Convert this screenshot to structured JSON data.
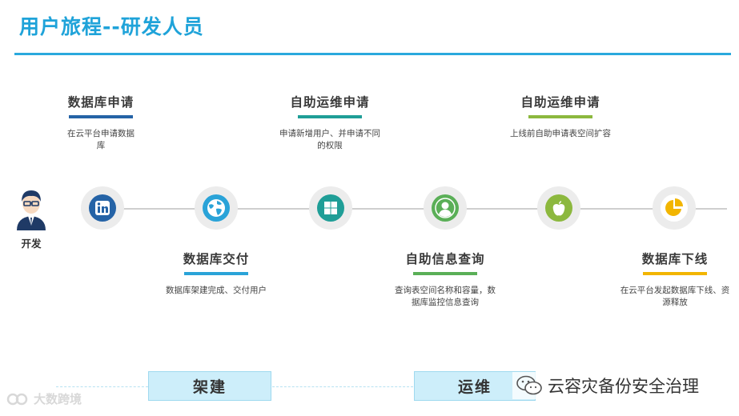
{
  "title": "用户旅程--研发人员",
  "actor": {
    "label": "开发"
  },
  "steps": [
    {
      "title": "数据库申请",
      "desc": "在云平台申请数据库",
      "bar_color": "#2563a6"
    },
    {
      "title": "数据库交付",
      "desc": "数据库架建完成、交付用户",
      "bar_color": "#2aa3d8"
    },
    {
      "title": "自助运维申请",
      "desc": "申请新增用户、并申请不同的权限",
      "bar_color": "#1f9e97"
    },
    {
      "title": "自助信息查询",
      "desc": "查询表空间名称和容量，数据库监控信息查询",
      "bar_color": "#5aaf57"
    },
    {
      "title": "自助运维申请",
      "desc": "上线前自助申请表空间扩容",
      "bar_color": "#8cb83e"
    },
    {
      "title": "数据库下线",
      "desc": "在云平台发起数据库下线、资源释放",
      "bar_color": "#f2b500"
    }
  ],
  "node_icons": [
    "linkedin-icon",
    "globe-icon",
    "windows-icon",
    "user-icon",
    "apple-icon",
    "pie-chart-icon"
  ],
  "phases": [
    "架建",
    "运维"
  ],
  "watermark_right": "云容灾备份安全治理",
  "watermark_left": "大数跨境"
}
